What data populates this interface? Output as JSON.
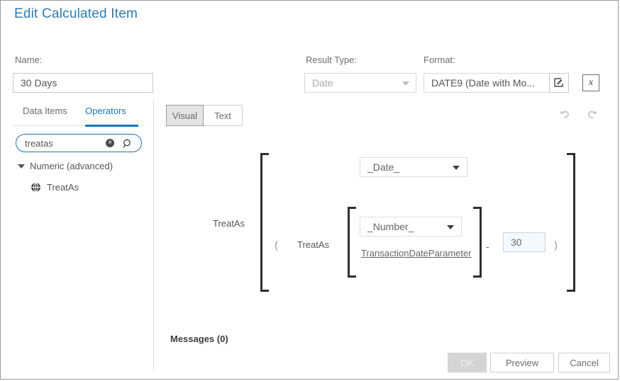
{
  "dialog": {
    "title": "Edit Calculated Item"
  },
  "fields": {
    "name_label": "Name:",
    "name_value": "30 Days",
    "result_type_label": "Result Type:",
    "result_type_value": "Date",
    "format_label": "Format:",
    "format_value": "DATE9 (Date with Mo...",
    "format_edit_icon": "edit-box-icon",
    "expression_icon": "x",
    "expression_icon_name": "italic-x-box-icon"
  },
  "sidebar": {
    "tabs": [
      {
        "label": "Data Items",
        "active": false
      },
      {
        "label": "Operators",
        "active": true
      }
    ],
    "search": {
      "value": "treatas",
      "clear_icon": "×",
      "clear_icon_name": "clear-circle-icon",
      "magnifier_icon_name": "search-icon"
    },
    "tree": [
      {
        "label": "Numeric (advanced)",
        "expanded": true,
        "icon": "triangle-down-icon"
      }
    ],
    "tree_items": [
      {
        "label": "TreatAs",
        "icon": "operator-globe-icon"
      }
    ]
  },
  "editor": {
    "segments": [
      {
        "label": "Visual",
        "active": true
      },
      {
        "label": "Text",
        "active": false
      }
    ],
    "undo_icon": "undo-icon",
    "redo_icon": "redo-icon",
    "expression": {
      "outer_operator": "TreatAs",
      "outer_type": "_Date_",
      "open_paren": "(",
      "inner_operator": "TreatAs",
      "inner_type": "_Number_",
      "parameter": "TransactionDateParameter",
      "minus": "-",
      "number_value": "30",
      "close_paren": ")"
    }
  },
  "footer": {
    "messages_label": "Messages (0)",
    "buttons": [
      {
        "label": "OK",
        "disabled": true
      },
      {
        "label": "Preview",
        "disabled": false
      },
      {
        "label": "Cancel",
        "disabled": false
      }
    ]
  },
  "colors": {
    "accent": "#1577b9",
    "title": "#2b7cb5",
    "bracket": "#2f2f2f"
  }
}
